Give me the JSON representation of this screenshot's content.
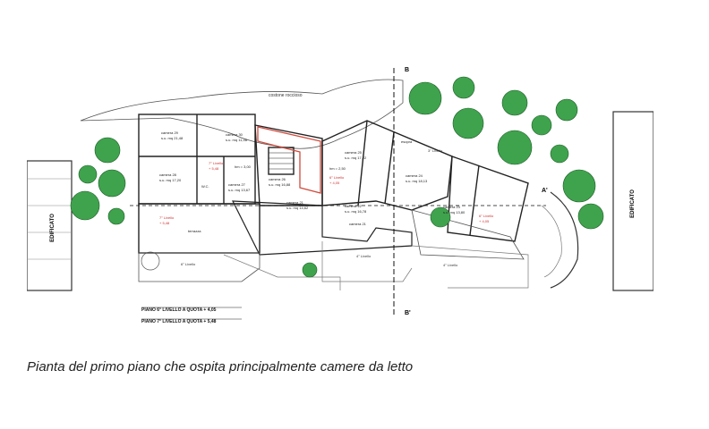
{
  "plan": {
    "section_top": "B",
    "section_bottom": "B'",
    "section_side": "A'",
    "left_building": "EDIFICATO",
    "right_building": "EDIFICATO",
    "rock_label": "costone roccioso",
    "rooms": [
      {
        "name": "camera 29",
        "area": "s.u. mq 21,48"
      },
      {
        "name": "camera 30",
        "area": "s.u. mq 11,48"
      },
      {
        "name": "camera 28",
        "area": "s.u. mq 17,20"
      },
      {
        "name": "camera 27",
        "area": "s.u. mq 13,67"
      },
      {
        "name": "camera 26",
        "area": "s.u. mq 16,88"
      },
      {
        "name": "camera 25",
        "area": "s.u. mq 17,22"
      },
      {
        "name": "camera 24",
        "area": "s.u. mq 18,13"
      },
      {
        "name": "camera 23",
        "area": "s.u. mq 13,80"
      },
      {
        "name": "camera 22",
        "area": "s.u. mq 16,78"
      },
      {
        "name": "camera 21",
        "area": "s.u. mq 14,62"
      },
      {
        "name": "camera 21",
        "area": ""
      }
    ],
    "levels": [
      {
        "label": "7° Livello",
        "quota": "+ 5,48",
        "red": true
      },
      {
        "label": "7° Livello",
        "quota": "+ 5,48",
        "red": true
      },
      {
        "label": "6° Livello",
        "quota": "+ 4,05",
        "red": true
      },
      {
        "label": "6° Livello",
        "quota": "+ 4,05",
        "red": true
      },
      {
        "label": "3° Livello",
        "quota": "",
        "red": false
      },
      {
        "label": "6° Livello",
        "quota": "",
        "red": false
      },
      {
        "label": "4° Livello",
        "quota": "",
        "red": false
      },
      {
        "label": "4° Livello",
        "quota": "",
        "red": false
      }
    ],
    "misc": {
      "sopra": "esopra",
      "terrazza": "terrazza",
      "wc": "W.C.",
      "hm": "hm = 3,00",
      "hm2": "hm = 2,50"
    },
    "legend": [
      "PIANO 6° LIVELLO A QUOTA + 4,05",
      "PIANO 7° LIVELLO A QUOTA + 5,48"
    ]
  },
  "caption": "Pianta del primo piano che ospita principalmente camere da letto"
}
